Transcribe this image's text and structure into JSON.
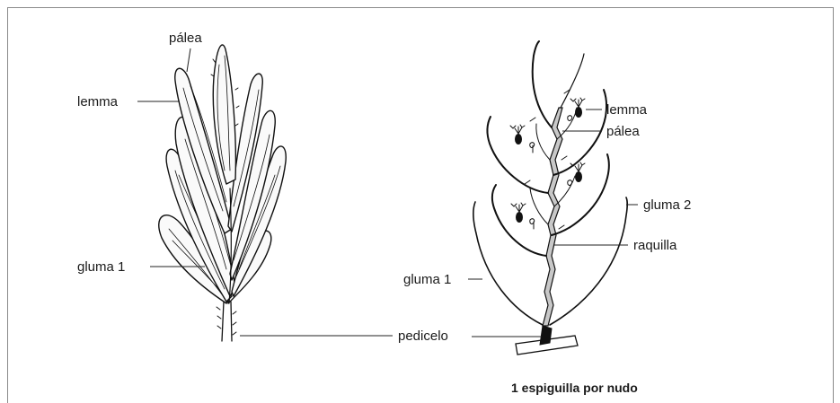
{
  "left_spikelet": {
    "labels": {
      "palea": "pálea",
      "lemma": "lemma",
      "gluma1": "gluma 1",
      "pedicelo": "pedicelo"
    }
  },
  "right_spikelet": {
    "labels": {
      "lemma": "lemma",
      "palea": "pálea",
      "gluma2": "gluma 2",
      "raquilla": "raquilla",
      "gluma1": "gluma 1"
    },
    "caption": "1 espiguilla por nudo"
  },
  "colors": {
    "rachilla_fill": "#c8c8c8",
    "pedicel_fill": "#111111",
    "frame": "#8a8a8a"
  }
}
